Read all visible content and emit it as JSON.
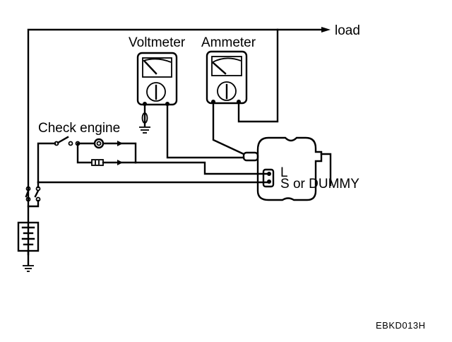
{
  "diagram": {
    "labels": {
      "load": "load",
      "voltmeter": "Voltmeter",
      "ammeter": "Ammeter",
      "check_engine": "Check engine",
      "terminal_l": "L",
      "terminal_s": "S or DUMMY",
      "figure_code": "EBKD013H"
    },
    "components": [
      {
        "id": "voltmeter",
        "name": "Voltmeter"
      },
      {
        "id": "ammeter",
        "name": "Ammeter"
      },
      {
        "id": "check-engine-lamp",
        "name": "Check engine lamp"
      },
      {
        "id": "ignition-switch",
        "name": "Ignition switch"
      },
      {
        "id": "fusible-links",
        "name": "Fusible links"
      },
      {
        "id": "battery",
        "name": "Battery"
      },
      {
        "id": "alternator",
        "name": "Alternator"
      },
      {
        "id": "ground",
        "name": "Ground"
      }
    ],
    "colors": {
      "line": "#000000",
      "background": "#ffffff"
    }
  }
}
